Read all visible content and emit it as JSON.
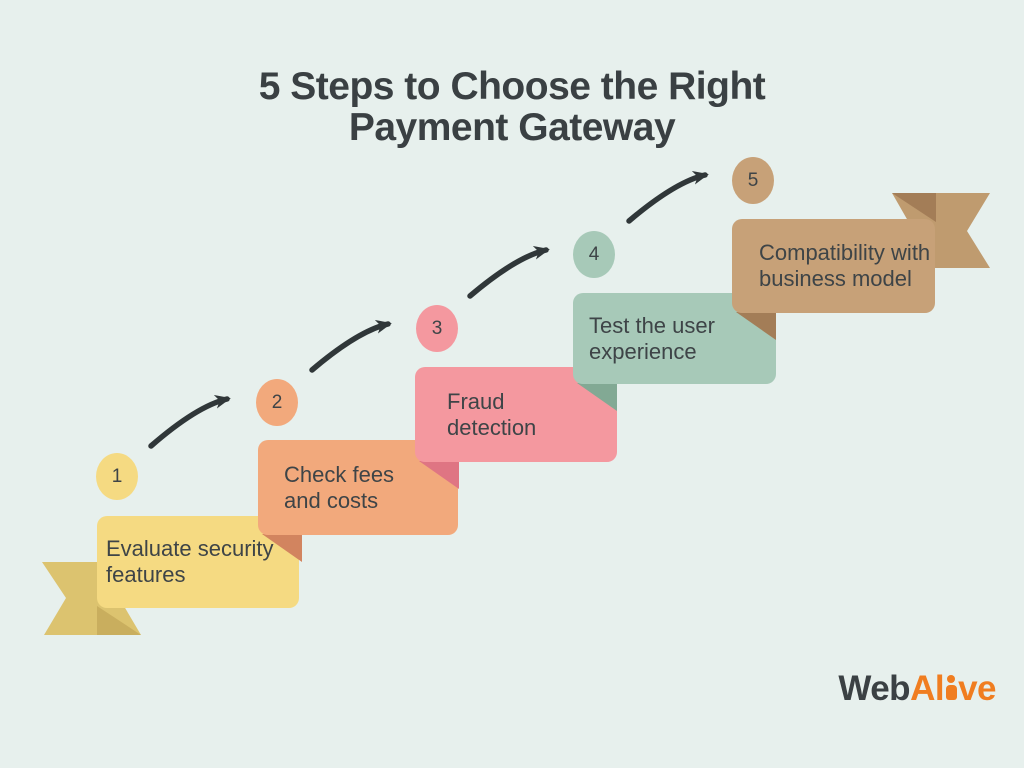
{
  "title": {
    "line1": "5 Steps to Choose the Right",
    "line2": "Payment Gateway"
  },
  "steps": [
    {
      "number": "1",
      "label": "Evaluate security features"
    },
    {
      "number": "2",
      "label": "Check fees and costs"
    },
    {
      "number": "3",
      "label": "Fraud detection"
    },
    {
      "number": "4",
      "label": "Test the user experience"
    },
    {
      "number": "5",
      "label": "Compatibility with business model"
    }
  ],
  "palette": {
    "background": "#e7f0ed",
    "title_text": "#3a4043",
    "box_text": "#3e4447",
    "arrow": "#303739",
    "step1_fill": "#f5da82",
    "step1_fold": "#c9ae5e",
    "step1_ribbon": "#dcc36f",
    "step2_fill": "#f2a97c",
    "step2_fold": "#d2845f",
    "step3_fill": "#f4989f",
    "step3_fold": "#df7583",
    "step4_fill": "#a7c9b8",
    "step4_fold": "#82a994",
    "step5_fill": "#c7a178",
    "step5_fold": "#a37d57",
    "step5_ribbon": "#bf9b6f",
    "logo_dark": "#3b4144",
    "logo_orange": "#f07d20"
  },
  "logo": {
    "web": "Web",
    "al": "Al",
    "ve": "ve"
  }
}
